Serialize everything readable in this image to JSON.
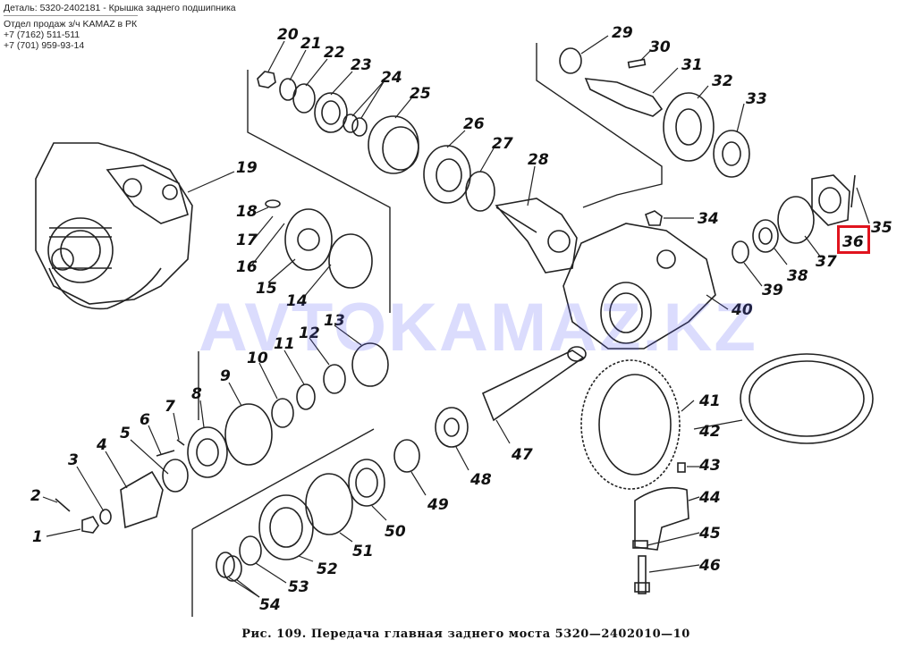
{
  "header": {
    "title": "Деталь: 5320-2402181 - Крышка заднего подшипника",
    "dept": "Отдел продаж з/ч KAMAZ в РК",
    "phone1": "+7 (7162) 511-511",
    "phone2": "+7 (701) 959-93-14"
  },
  "watermark": "AVTOKAMAZ.KZ",
  "caption": "Рис. 109. Передача главная заднего моста 5320—2402010—10",
  "highlight": {
    "label": "36",
    "color": "#e0141e"
  },
  "labels": [
    "1",
    "2",
    "3",
    "4",
    "5",
    "6",
    "7",
    "8",
    "9",
    "10",
    "11",
    "12",
    "13",
    "14",
    "15",
    "16",
    "17",
    "18",
    "19",
    "20",
    "21",
    "22",
    "23",
    "24",
    "25",
    "26",
    "27",
    "28",
    "29",
    "30",
    "31",
    "32",
    "33",
    "34",
    "35",
    "36",
    "37",
    "38",
    "39",
    "40",
    "41",
    "42",
    "43",
    "44",
    "45",
    "46",
    "47",
    "48",
    "49",
    "50",
    "51",
    "52",
    "53",
    "54"
  ]
}
